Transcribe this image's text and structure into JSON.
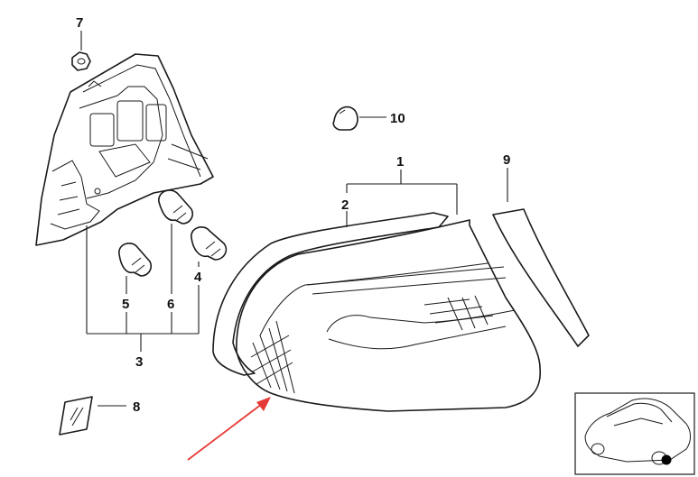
{
  "callouts": {
    "c1": "1",
    "c2": "2",
    "c3": "3",
    "c4": "4",
    "c5": "5",
    "c6": "6",
    "c7": "7",
    "c8": "8",
    "c9": "9",
    "c10": "10"
  },
  "colors": {
    "line": "#1a1a1a",
    "arrow": "#e53935",
    "marker": "#000000"
  },
  "icons": [
    "bulb-icon",
    "nut-icon",
    "cap-icon",
    "label-sticker-icon",
    "car-thumbnail-icon",
    "red-arrow-icon"
  ]
}
